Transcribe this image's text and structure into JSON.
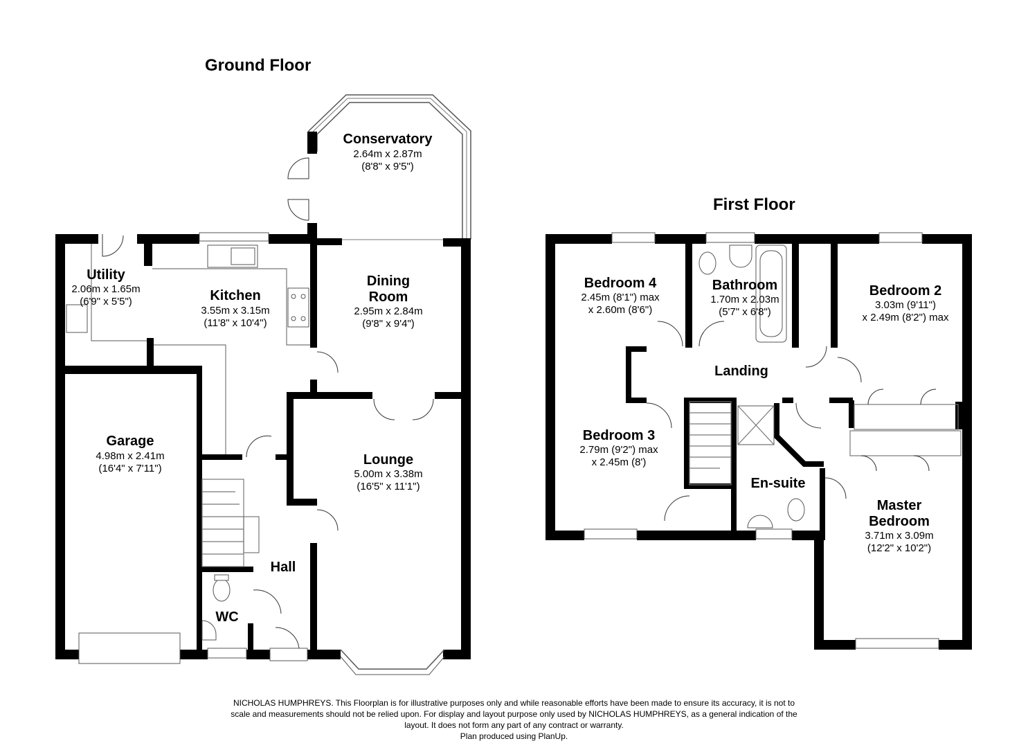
{
  "ground_floor": {
    "title": "Ground Floor",
    "rooms": {
      "conservatory": {
        "name": "Conservatory",
        "metric": "2.64m x 2.87m",
        "imperial": "(8'8\" x 9'5\")"
      },
      "utility": {
        "name": "Utility",
        "metric": "2.06m x 1.65m",
        "imperial": "(6'9\" x 5'5\")"
      },
      "kitchen": {
        "name": "Kitchen",
        "metric": "3.55m x 3.15m",
        "imperial": "(11'8\" x 10'4\")"
      },
      "dining": {
        "name_line1": "Dining",
        "name_line2": "Room",
        "metric": "2.95m x 2.84m",
        "imperial": "(9'8\" x 9'4\")"
      },
      "garage": {
        "name": "Garage",
        "metric": "4.98m x 2.41m",
        "imperial": "(16'4\" x 7'11\")"
      },
      "lounge": {
        "name": "Lounge",
        "metric": "5.00m x 3.38m",
        "imperial": "(16'5\" x 11'1\")"
      },
      "hall": {
        "name": "Hall"
      },
      "wc": {
        "name": "WC"
      }
    }
  },
  "first_floor": {
    "title": "First Floor",
    "rooms": {
      "bedroom4": {
        "name": "Bedroom 4",
        "line1": "2.45m (8'1\") max",
        "line2": "x 2.60m (8'6\")"
      },
      "bathroom": {
        "name": "Bathroom",
        "metric": "1.70m x 2.03m",
        "imperial": "(5'7\" x 6'8\")"
      },
      "bedroom2": {
        "name": "Bedroom 2",
        "line1": "3.03m (9'11\")",
        "line2": "x 2.49m (8'2\") max"
      },
      "landing": {
        "name": "Landing"
      },
      "bedroom3": {
        "name": "Bedroom 3",
        "line1": "2.79m (9'2\") max",
        "line2": "x 2.45m (8')"
      },
      "ensuite": {
        "name": "En-suite"
      },
      "master": {
        "name_line1": "Master",
        "name_line2": "Bedroom",
        "metric": "3.71m x 3.09m",
        "imperial": "(12'2\" x 10'2\")"
      }
    }
  },
  "disclaimer": {
    "line1": "NICHOLAS HUMPHREYS. This Floorplan is for illustrative purposes only and while reasonable efforts have been made to ensure its accuracy, it is not to",
    "line2": "scale and measurements should not be relied upon. For display and layout purpose only used by NICHOLAS HUMPHREYS, as a general indication of the",
    "line3": "layout. It does not form any part of any contract or warranty.",
    "line4": "Plan produced using PlanUp."
  }
}
